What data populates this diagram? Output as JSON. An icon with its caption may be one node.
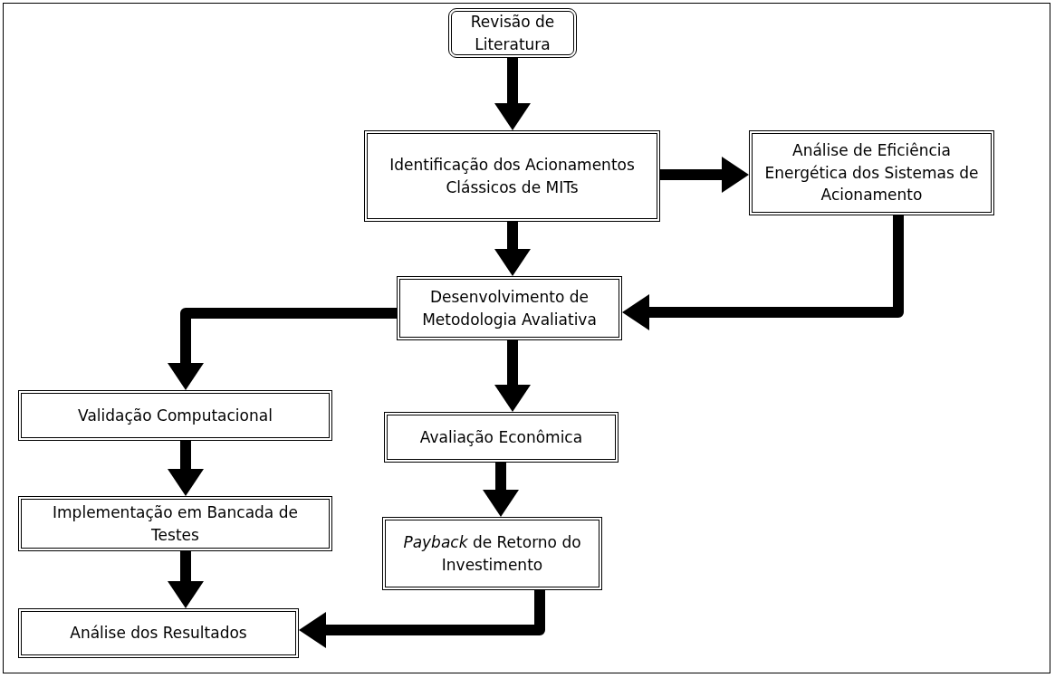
{
  "diagram": {
    "nodes": [
      {
        "text": [
          "Revisão de Literatura"
        ]
      },
      {
        "text": [
          "Identificação dos Acionamentos Clássicos de MITs"
        ]
      },
      {
        "text": [
          "Análise de Eficiência Energética dos Sistemas de Acionamento"
        ]
      },
      {
        "text": [
          "Desenvolvimento de Metodologia Avaliativa"
        ]
      },
      {
        "text": [
          "Validação Computacional"
        ]
      },
      {
        "text": [
          "Avaliação Econômica"
        ]
      },
      {
        "text": [
          "Implementação em Bancada de Testes"
        ]
      },
      {
        "text": [
          "*Payback*  de Retorno do Investimento"
        ]
      },
      {
        "text": [
          "Análise dos Resultados"
        ]
      }
    ],
    "edges": [
      {
        "from": 0,
        "to": 1,
        "arrow": "to"
      },
      {
        "from": 1,
        "to": 2,
        "arrow": "to"
      },
      {
        "from": 1,
        "to": 3,
        "arrow": "to"
      },
      {
        "from": 2,
        "to": 3,
        "arrow": "to"
      },
      {
        "from": 3,
        "to": 4,
        "arrow": "to"
      },
      {
        "from": 3,
        "to": 5,
        "arrow": "to"
      },
      {
        "from": 4,
        "to": 6,
        "arrow": "to"
      },
      {
        "from": 5,
        "to": 7,
        "arrow": "to"
      },
      {
        "from": 6,
        "to": 8,
        "arrow": "to"
      },
      {
        "from": 7,
        "to": 8,
        "arrow": "to"
      }
    ]
  }
}
